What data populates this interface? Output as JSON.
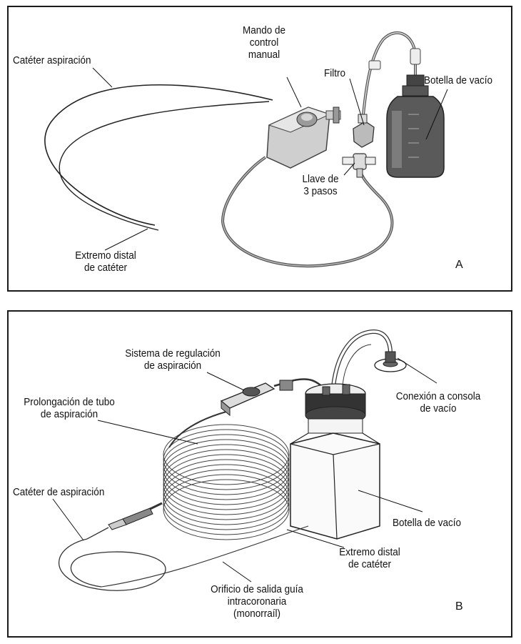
{
  "panel_a": {
    "letter": "A",
    "labels": {
      "cateter_aspiracion": "Catéter aspiración",
      "mando_l1": "Mando de",
      "mando_l2": "control",
      "mando_l3": "manual",
      "filtro": "Filtro",
      "botella_vacio": "Botella de vacío",
      "llave_l1": "Llave de",
      "llave_l2": "3 pasos",
      "extremo_l1": "Extremo distal",
      "extremo_l2": "de catéter"
    }
  },
  "panel_b": {
    "letter": "B",
    "labels": {
      "sistema_l1": "Sistema de regulación",
      "sistema_l2": "de aspiración",
      "prolongacion_l1": "Prolongación de tubo",
      "prolongacion_l2": "de aspiración",
      "conexion_l1": "Conexión a consola",
      "conexion_l2": "de vacío",
      "cateter_aspiracion": "Catéter de aspiración",
      "botella_vacio": "Botella de vacío",
      "extremo_l1": "Extremo distal",
      "extremo_l2": "de catéter",
      "orificio_l1": "Orificio de salida guía",
      "orificio_l2": "intracoronaria",
      "orificio_l3": "(monorraíl)"
    }
  }
}
